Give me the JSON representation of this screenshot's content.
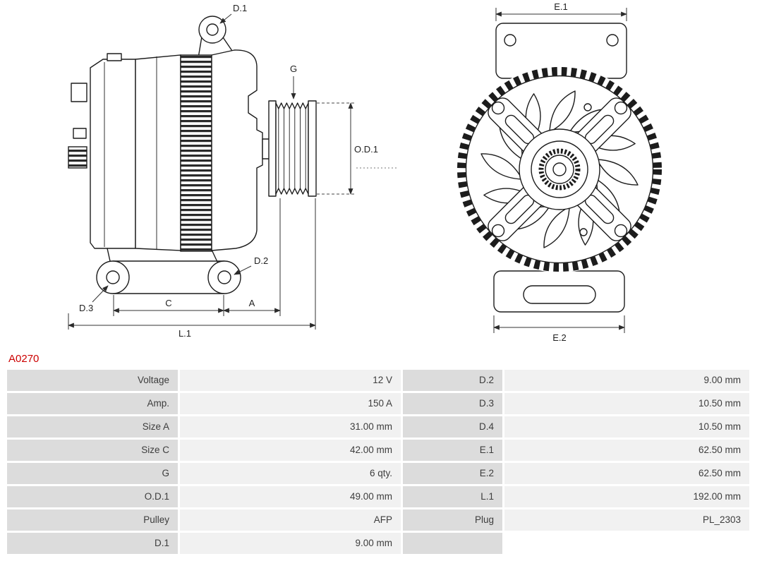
{
  "part_number": "A0270",
  "colors": {
    "accent_red": "#cc0000",
    "label_cell_bg": "#dcdcdc",
    "value_cell_bg": "#f1f1f1",
    "line_color": "#1c1c1c"
  },
  "diagram": {
    "dim_labels": {
      "d1": "D.1",
      "d2": "D.2",
      "d3": "D.3",
      "g": "G",
      "od1": "O.D.1",
      "c": "C",
      "a": "A",
      "l1": "L.1",
      "e1": "E.1",
      "e2": "E.2"
    }
  },
  "spec_table": {
    "rows": [
      {
        "label1": "Voltage",
        "value1": "12 V",
        "label2": "D.2",
        "value2": "9.00 mm"
      },
      {
        "label1": "Amp.",
        "value1": "150 A",
        "label2": "D.3",
        "value2": "10.50 mm"
      },
      {
        "label1": "Size A",
        "value1": "31.00 mm",
        "label2": "D.4",
        "value2": "10.50 mm"
      },
      {
        "label1": "Size C",
        "value1": "42.00 mm",
        "label2": "E.1",
        "value2": "62.50 mm"
      },
      {
        "label1": "G",
        "value1": "6 qty.",
        "label2": "E.2",
        "value2": "62.50 mm"
      },
      {
        "label1": "O.D.1",
        "value1": "49.00 mm",
        "label2": "L.1",
        "value2": "192.00 mm"
      },
      {
        "label1": "Pulley",
        "value1": "AFP",
        "label2": "Plug",
        "value2": "PL_2303"
      },
      {
        "label1": "D.1",
        "value1": "9.00 mm",
        "label2": "",
        "value2": ""
      }
    ]
  }
}
